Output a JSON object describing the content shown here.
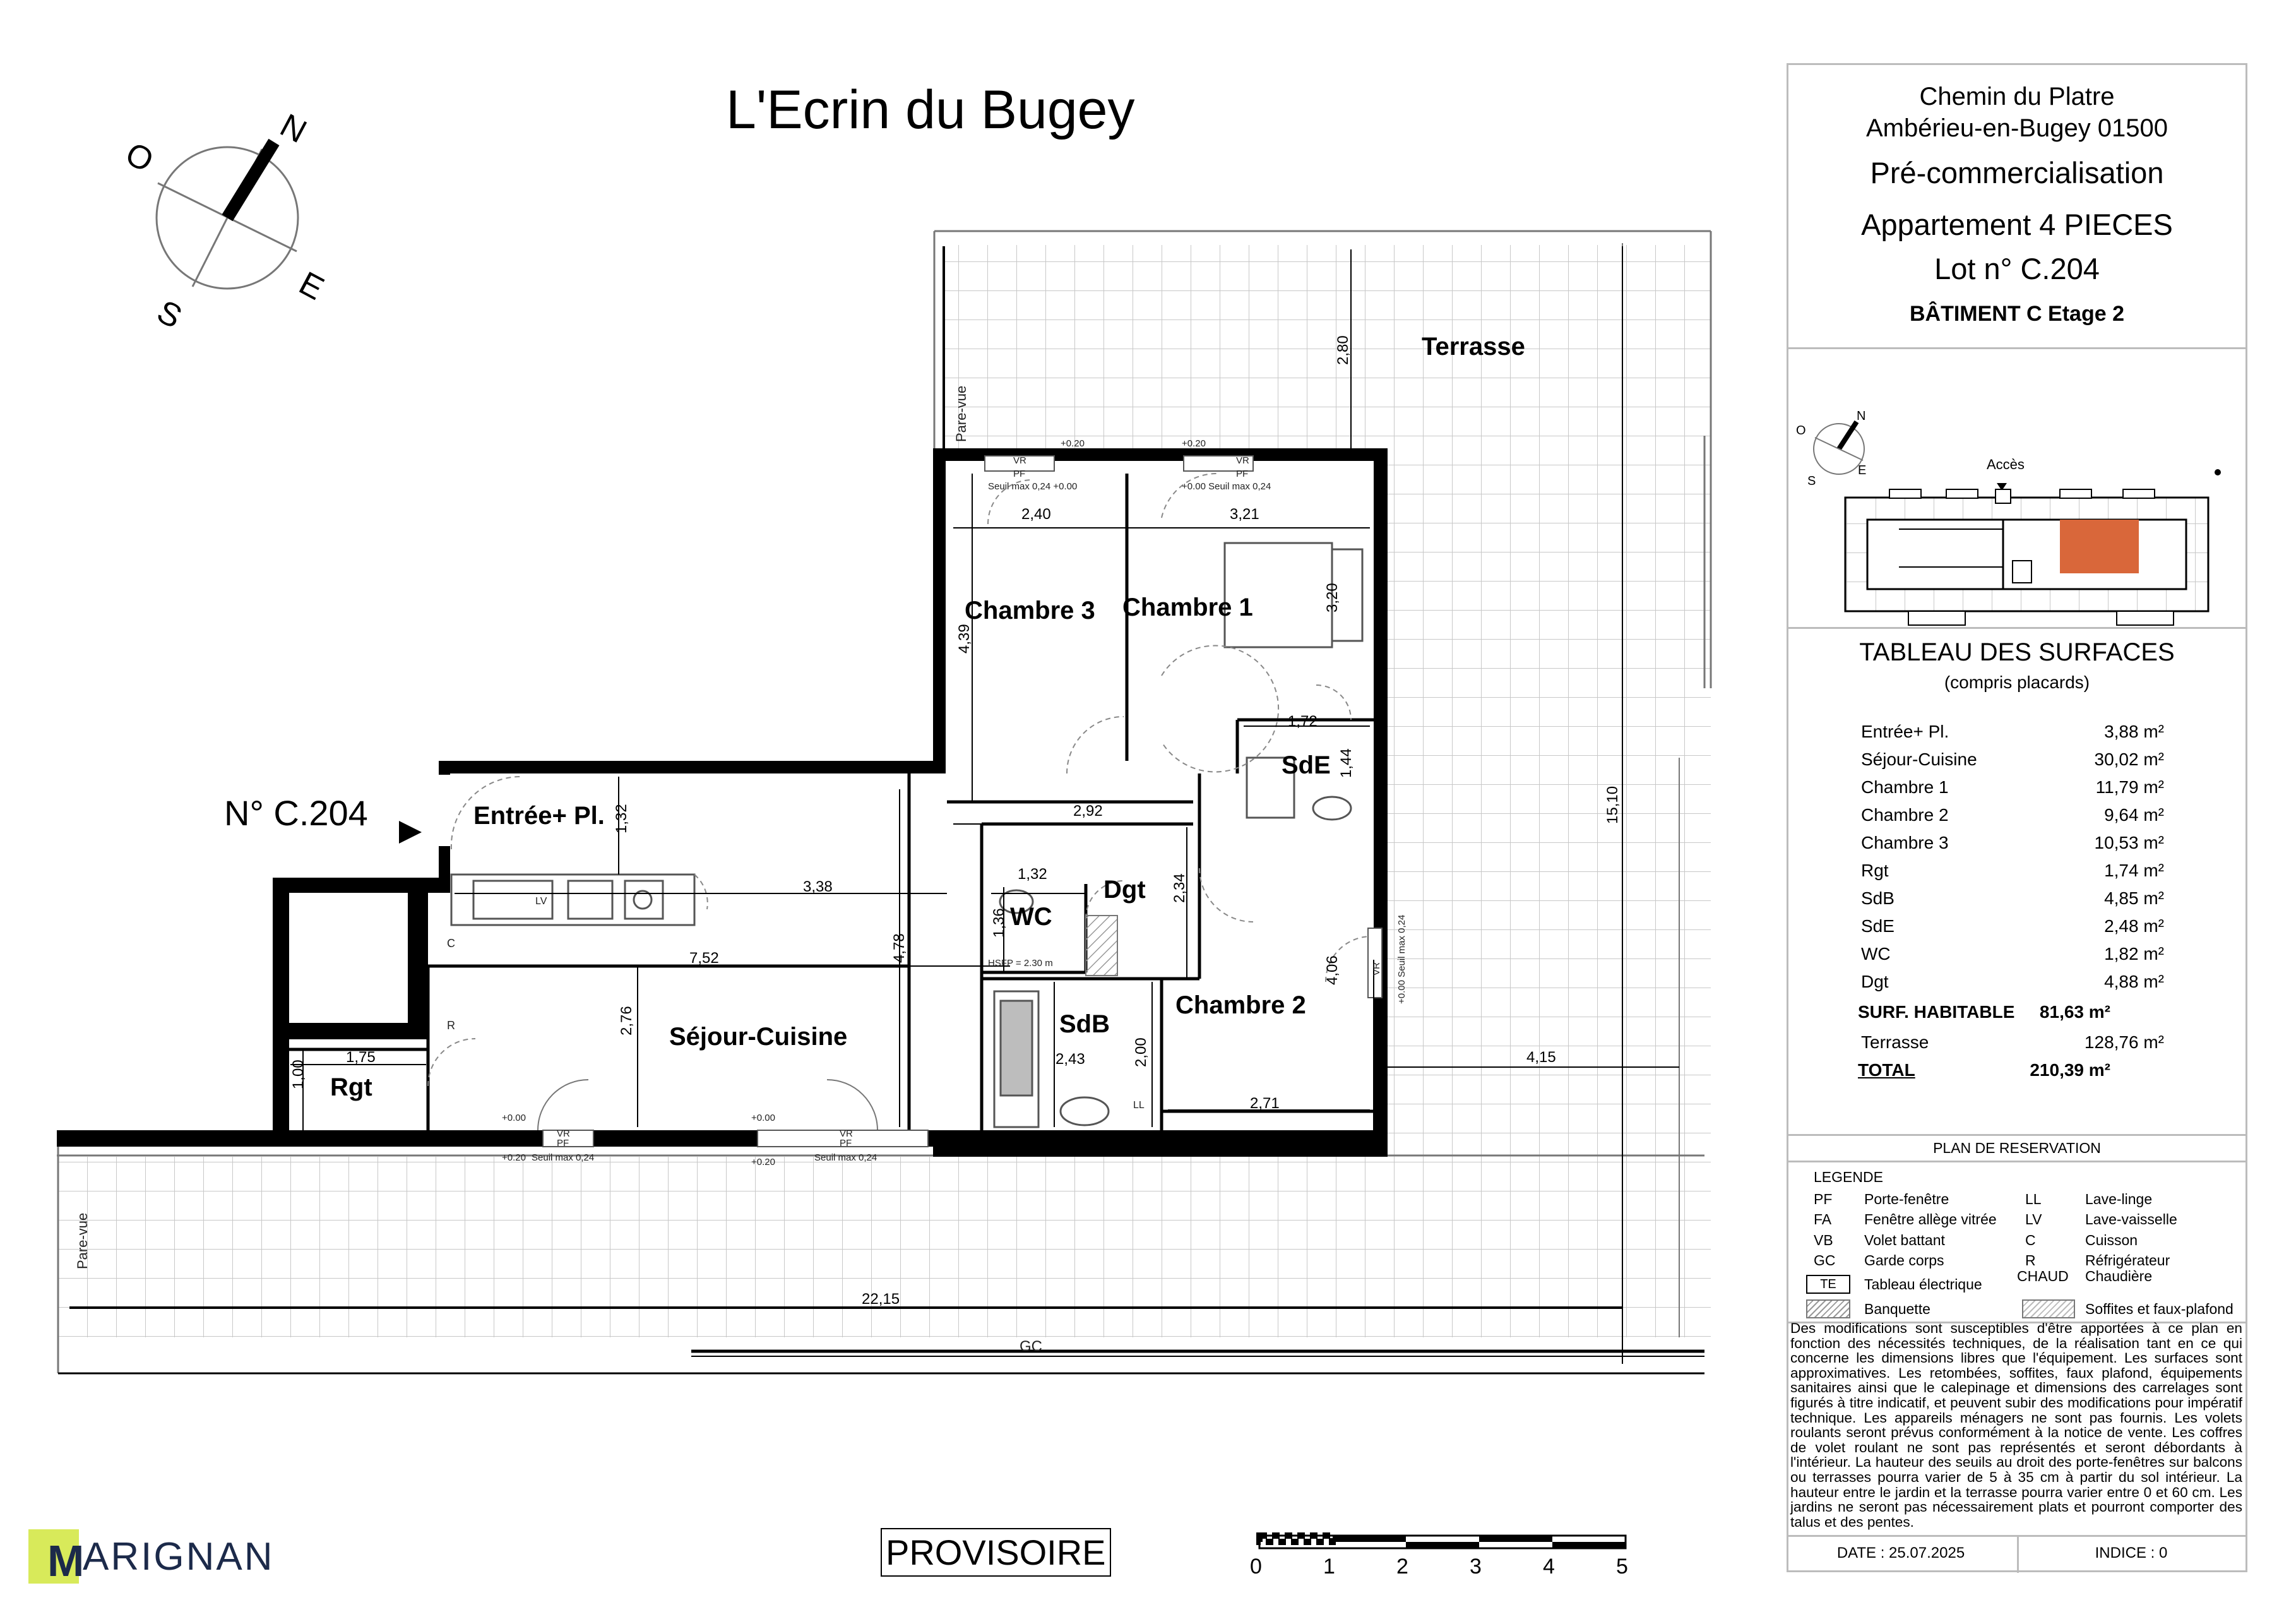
{
  "project": {
    "title": "L'Ecrin du Bugey",
    "lot_marker": "N° C.204",
    "provisoire": "PROVISOIRE"
  },
  "compass": {
    "n": "N",
    "e": "E",
    "s": "S",
    "o": "O"
  },
  "rooms": {
    "terrasse": "Terrasse",
    "chambre3": "Chambre 3",
    "chambre1": "Chambre 1",
    "sde": "SdE",
    "entree": "Entrée+ Pl.",
    "dgt": "Dgt",
    "wc": "WC",
    "sdb": "SdB",
    "chambre2": "Chambre 2",
    "sejour": "Séjour-Cuisine",
    "rgt": "Rgt"
  },
  "plan_labels": {
    "parevue": "Pare-vue",
    "gc": "GC",
    "vr": "VR",
    "pf": "PF",
    "seuil": "Seuil max 0,24",
    "plus020": "+0.20",
    "plus000": "+0.00",
    "seuil_a": "Seuil max 0,24 +0.00",
    "seuil_b": "+0.00 Seuil max 0,24",
    "hsfp": "HSFP = 2.30 m",
    "c": "C",
    "r": "R",
    "lv": "LV",
    "ll": "LL"
  },
  "dimensions": {
    "d280": "2,80",
    "d240": "2,40",
    "d321": "3,21",
    "d320": "3,20",
    "d439": "4,39",
    "d172": "1,72",
    "d144": "1,44",
    "d292": "2,92",
    "d132a": "1,32",
    "d132b": "1,32",
    "d338": "3,38",
    "d478": "4,78",
    "d234": "2,34",
    "d136": "1,36",
    "d752": "7,52",
    "d406": "4,06",
    "d276": "2,76",
    "d243": "2,43",
    "d200": "2,00",
    "d175": "1,75",
    "d100": "1,00",
    "d271": "2,71",
    "d415": "4,15",
    "d1510": "15,10",
    "d2215": "22,15"
  },
  "cartouche": {
    "address1": "Chemin du Platre",
    "address2": "Ambérieu-en-Bugey 01500",
    "status": "Pré-commercialisation",
    "type": "Appartement 4 PIECES",
    "lot": "Lot n° C.204",
    "building": "BÂTIMENT C Etage 2",
    "acces": "Accès",
    "accent_color": "#d9673a",
    "table_title": "TABLEAU DES SURFACES",
    "table_subtitle": "(compris placards)",
    "surfaces": [
      {
        "label": "Entrée+ Pl.",
        "value": "3,88 m²"
      },
      {
        "label": "Séjour-Cuisine",
        "value": "30,02 m²"
      },
      {
        "label": "Chambre 1",
        "value": "11,79 m²"
      },
      {
        "label": "Chambre 2",
        "value": "9,64 m²"
      },
      {
        "label": "Chambre 3",
        "value": "10,53 m²"
      },
      {
        "label": "Rgt",
        "value": "1,74 m²"
      },
      {
        "label": "SdB",
        "value": "4,85 m²"
      },
      {
        "label": "SdE",
        "value": "2,48 m²"
      },
      {
        "label": "WC",
        "value": "1,82 m²"
      },
      {
        "label": "Dgt",
        "value": "4,88 m²"
      }
    ],
    "surf_hab_label": "SURF. HABITABLE",
    "surf_hab_value": "81,63 m²",
    "terrasse_label": "Terrasse",
    "terrasse_value": "128,76 m²",
    "total_label": "TOTAL",
    "total_value": "210,39 m²",
    "plan_reservation": "PLAN DE RESERVATION",
    "legende": "LEGENDE",
    "legend_left": [
      {
        "code": "PF",
        "text": "Porte-fenêtre"
      },
      {
        "code": "FA",
        "text": "Fenêtre allège vitrée"
      },
      {
        "code": "VB",
        "text": "Volet battant"
      },
      {
        "code": "GC",
        "text": "Garde corps"
      },
      {
        "code": "TE",
        "text": "Tableau électrique"
      },
      {
        "code": "",
        "text": "Banquette"
      }
    ],
    "legend_right": [
      {
        "code": "LL",
        "text": "Lave-linge"
      },
      {
        "code": "LV",
        "text": "Lave-vaisselle"
      },
      {
        "code": "C",
        "text": "Cuisson"
      },
      {
        "code": "R",
        "text": "Réfrigérateur"
      },
      {
        "code": "CHAUD",
        "text": "Chaudière"
      },
      {
        "code": "",
        "text": "Soffites et faux-plafond"
      }
    ],
    "notes": "Des modifications sont susceptibles d'être apportées à ce plan en fonction des nécessités techniques, de la réalisation tant en ce qui concerne les dimensions libres que l'équipement. Les surfaces sont approximatives. Les retombées, soffites, faux plafond, équipements sanitaires ainsi que le calepinage et dimensions des carrelages sont figurés à titre indicatif, et peuvent subir des modifications pour impératif technique. Les appareils ménagers ne sont pas fournis. Les volets roulants seront prévus conformément à la notice de vente. Les coffres de volet roulant ne sont pas représentés et seront débordants à l'intérieur. La hauteur des seuils au droit des porte-fenêtres sur balcons ou terrasses pourra varier de 5 à 35 cm à partir du sol intérieur. La hauteur entre le jardin et la terrasse pourra varier entre 0 et 60 cm. Les jardins ne seront pas nécessairement plats et pourront comporter des talus et des pentes.",
    "date": "DATE : 25.07.2025",
    "indice": "INDICE : 0"
  },
  "scale": {
    "labels": [
      "0",
      "1",
      "2",
      "3",
      "4",
      "5"
    ]
  },
  "logo": {
    "letter": "M",
    "word": "ARIGNAN",
    "color": "#1c2a4a",
    "mark_color": "#d8ea5a"
  }
}
